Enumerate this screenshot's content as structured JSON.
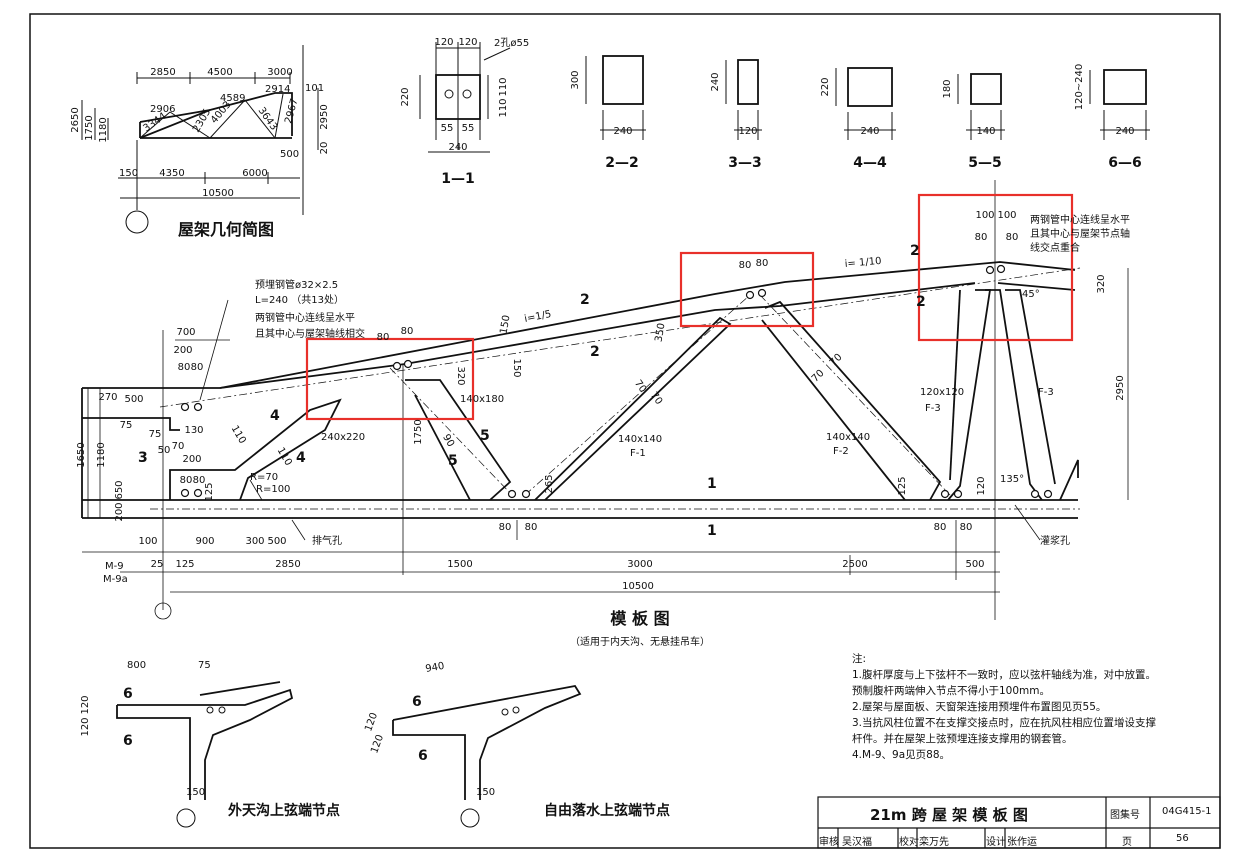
{
  "geometry_diagram": {
    "title": "屋架几何简图",
    "top_dims": [
      "2850",
      "4500",
      "3000"
    ],
    "right_dims": [
      "101",
      "2950",
      "20"
    ],
    "left_dims": [
      "2650",
      "1750",
      "1180"
    ],
    "members": [
      "2906",
      "4589",
      "2914",
      "3344",
      "2305",
      "4003",
      "3643",
      "2967"
    ],
    "bottom_dims": [
      "150",
      "4350",
      "6000",
      "10500",
      "500"
    ]
  },
  "section_1": {
    "label": "1—1",
    "dims": [
      "120",
      "120",
      "2孔ø55",
      "220",
      "110",
      "110",
      "55",
      "55",
      "240"
    ]
  },
  "sections": [
    {
      "label": "2—2",
      "h": "300",
      "w": "240"
    },
    {
      "label": "3—3",
      "h": "240",
      "w": "120"
    },
    {
      "label": "4—4",
      "h": "220",
      "w": "240"
    },
    {
      "label": "5—5",
      "h": "180",
      "w": "140"
    },
    {
      "label": "6—6",
      "h": "120~240",
      "w": "240"
    }
  ],
  "main": {
    "title": "模  板  图",
    "subtitle": "（适用于内天沟、无悬挂吊车）",
    "embed_note": [
      "预埋钢管ø32×2.5",
      "L=240 （共13处）",
      "两钢管中心连线呈水平",
      "且其中心与屋架轴线相交"
    ],
    "top_right_note": [
      "两钢管中心连线呈水平",
      "且其中心与屋架节点轴",
      "线交点重合"
    ],
    "slope_left": "i=1/5",
    "slope_right": "i= 1/10",
    "labels": {
      "webs": [
        "140x180",
        "240x220",
        "140x140",
        "F-1",
        "140x140",
        "F-2",
        "120x120",
        "F-3",
        "F-3"
      ],
      "misc": [
        "排气孔",
        "灌浆孔",
        "R=70",
        "R=100",
        "45°",
        "135°",
        "M-9",
        "M-9a"
      ],
      "section_marks": [
        "2",
        "2",
        "2",
        "2",
        "1",
        "1",
        "3",
        "4",
        "4",
        "5",
        "5"
      ]
    },
    "bottom_dims": [
      "100",
      "900",
      "300",
      "500",
      "25",
      "125",
      "2850",
      "1500",
      "3000",
      "2500",
      "500",
      "10500"
    ],
    "left_dims": [
      "700",
      "200",
      "80",
      "80",
      "270",
      "500",
      "75",
      "75",
      "130",
      "50",
      "200",
      "70",
      "1180",
      "1650",
      "650",
      "200",
      "125",
      "80",
      "80"
    ],
    "other_dims": [
      "80",
      "80",
      "80",
      "80",
      "100",
      "100",
      "80",
      "80",
      "320",
      "2950",
      "320",
      "150",
      "150",
      "350",
      "70",
      "70",
      "70",
      "70",
      "1750",
      "90",
      "110",
      "110",
      "125",
      "265",
      "80",
      "80",
      "80",
      "80",
      "120"
    ]
  },
  "details": [
    {
      "title": "外天沟上弦端节点",
      "dims": [
        "800",
        "75",
        "120",
        "120",
        "150"
      ],
      "marks": [
        "6",
        "6"
      ]
    },
    {
      "title": "自由落水上弦端节点",
      "dims": [
        "940",
        "120",
        "120",
        "150"
      ],
      "marks": [
        "6",
        "6"
      ]
    }
  ],
  "notes": {
    "heading": "注:",
    "items": [
      "1.腹杆厚度与上下弦杆不一致时，应以弦杆轴线为准，对中放置。",
      "  预制腹杆两端伸入节点不得小于100mm。",
      "2.屋架与屋面板、天窗架连接用预埋件布置图见页55。",
      "3.当抗风柱位置不在支撑交接点时，应在抗风柱相应位置增设支撑",
      "  杆件。并在屋架上弦预埋连接支撑用的钢套管。",
      "4.M-9、9a见页88。"
    ]
  },
  "title_block": {
    "title": "21m 跨 屋 架 模 板 图",
    "atlas_label": "图集号",
    "atlas_no": "04G415-1",
    "row": [
      "审核",
      "吴汉福",
      "校对",
      "栾万先",
      "设计",
      "张作运"
    ],
    "page_label": "页",
    "page_no": "56"
  },
  "highlight_color": "#e8302a"
}
